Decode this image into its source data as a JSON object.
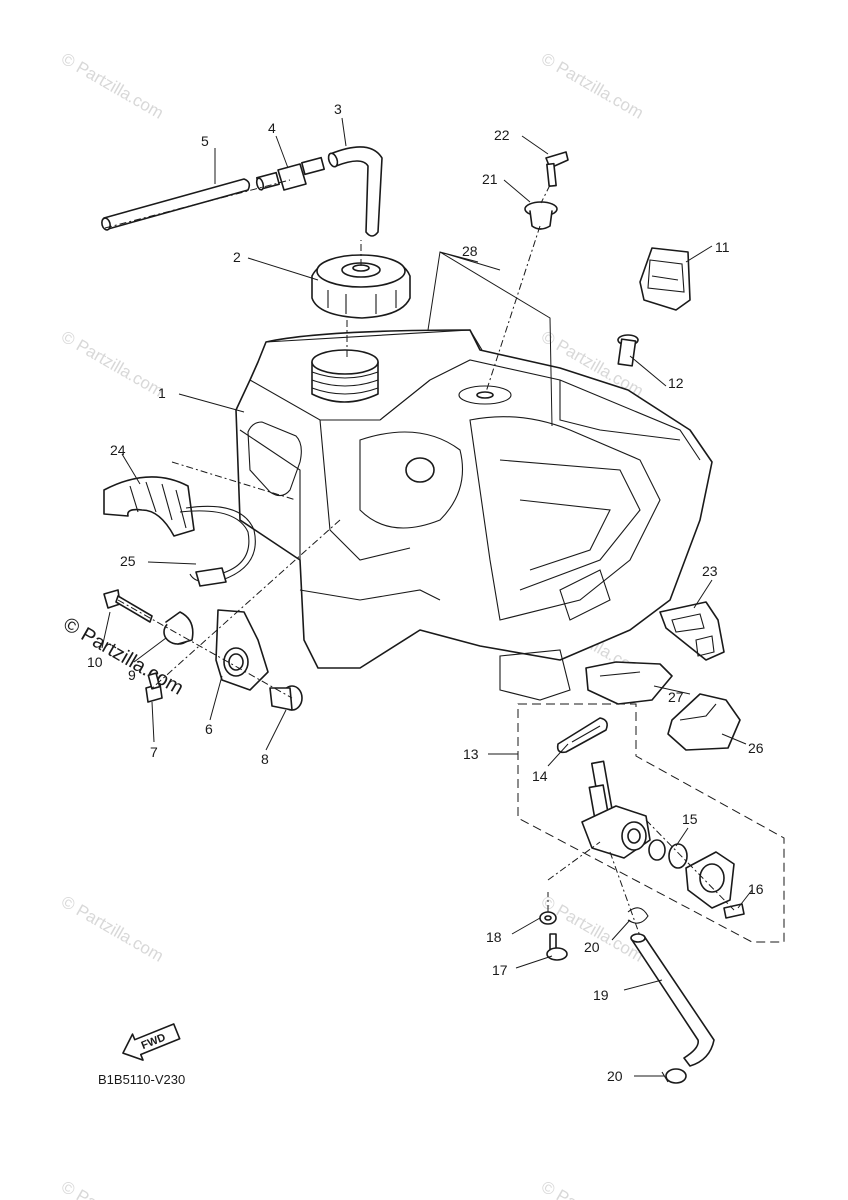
{
  "diagram_code": "B1B5110-V230",
  "fwd_label": "FWD",
  "watermark": {
    "faint_text": "© Partzilla.com",
    "bold_text": "© Partzilla.com"
  },
  "callouts": {
    "c1": "1",
    "c2": "2",
    "c3": "3",
    "c4": "4",
    "c5": "5",
    "c6": "6",
    "c7": "7",
    "c8": "8",
    "c9": "9",
    "c10": "10",
    "c11": "11",
    "c12": "12",
    "c13": "13",
    "c14": "14",
    "c15": "15",
    "c16": "16",
    "c17": "17",
    "c18": "18",
    "c19": "19",
    "c20a": "20",
    "c20b": "20",
    "c21": "21",
    "c22": "22",
    "c23": "23",
    "c24": "24",
    "c25": "25",
    "c26": "26",
    "c27": "27",
    "c28": "28"
  }
}
